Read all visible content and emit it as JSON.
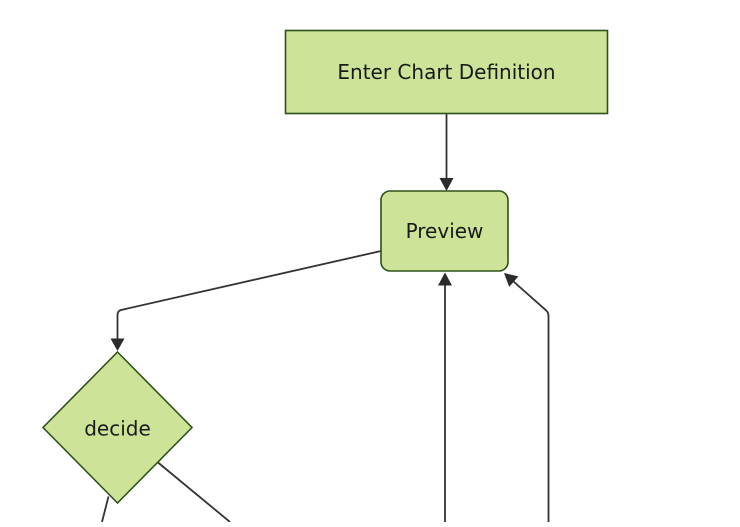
{
  "diagram": {
    "type": "flowchart",
    "orientation": "top-down",
    "background_color": "#ffffff",
    "style": {
      "node_fill": "#cde498",
      "node_border": "#2f521a",
      "line_color": "#333333",
      "arrow_color": "#2b2b2b",
      "text_color": "#1a1a1a"
    },
    "nodes": [
      {
        "id": "enter-chart-definition",
        "label": "Enter Chart Definition",
        "shape": "rectangle"
      },
      {
        "id": "preview",
        "label": "Preview",
        "shape": "rounded-rectangle"
      },
      {
        "id": "decide",
        "label": "decide",
        "shape": "diamond"
      }
    ],
    "edges": [
      {
        "from": "enter-chart-definition",
        "to": "preview",
        "style": "arrow-down"
      },
      {
        "from": "preview",
        "to": "decide",
        "style": "arrow-polyline-down-left"
      },
      {
        "from": "offscreen-bottom",
        "to": "preview",
        "style": "arrow-up-into-bottom-center"
      },
      {
        "from": "offscreen-bottom-right",
        "to": "preview",
        "style": "arrow-up-left-into-bottom-right-corner"
      },
      {
        "from": "decide",
        "to": "offscreen-bottom-left",
        "style": "line-cropped"
      },
      {
        "from": "decide",
        "to": "offscreen-bottom-right",
        "style": "line-cropped"
      }
    ]
  }
}
